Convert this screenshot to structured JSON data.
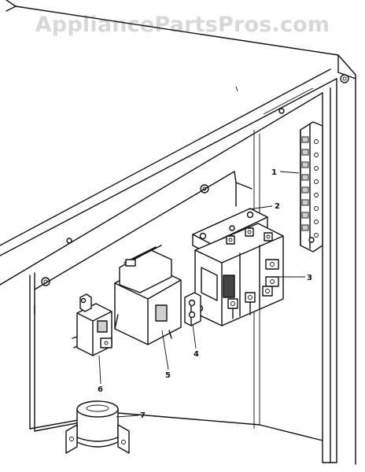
{
  "watermark": "AppliancePartsPros.com",
  "callouts": [
    {
      "id": "1",
      "label": "1"
    },
    {
      "id": "2",
      "label": "2"
    },
    {
      "id": "3",
      "label": "3"
    },
    {
      "id": "4",
      "label": "4"
    },
    {
      "id": "5",
      "label": "5"
    },
    {
      "id": "6",
      "label": "6"
    },
    {
      "id": "7",
      "label": "7"
    }
  ]
}
